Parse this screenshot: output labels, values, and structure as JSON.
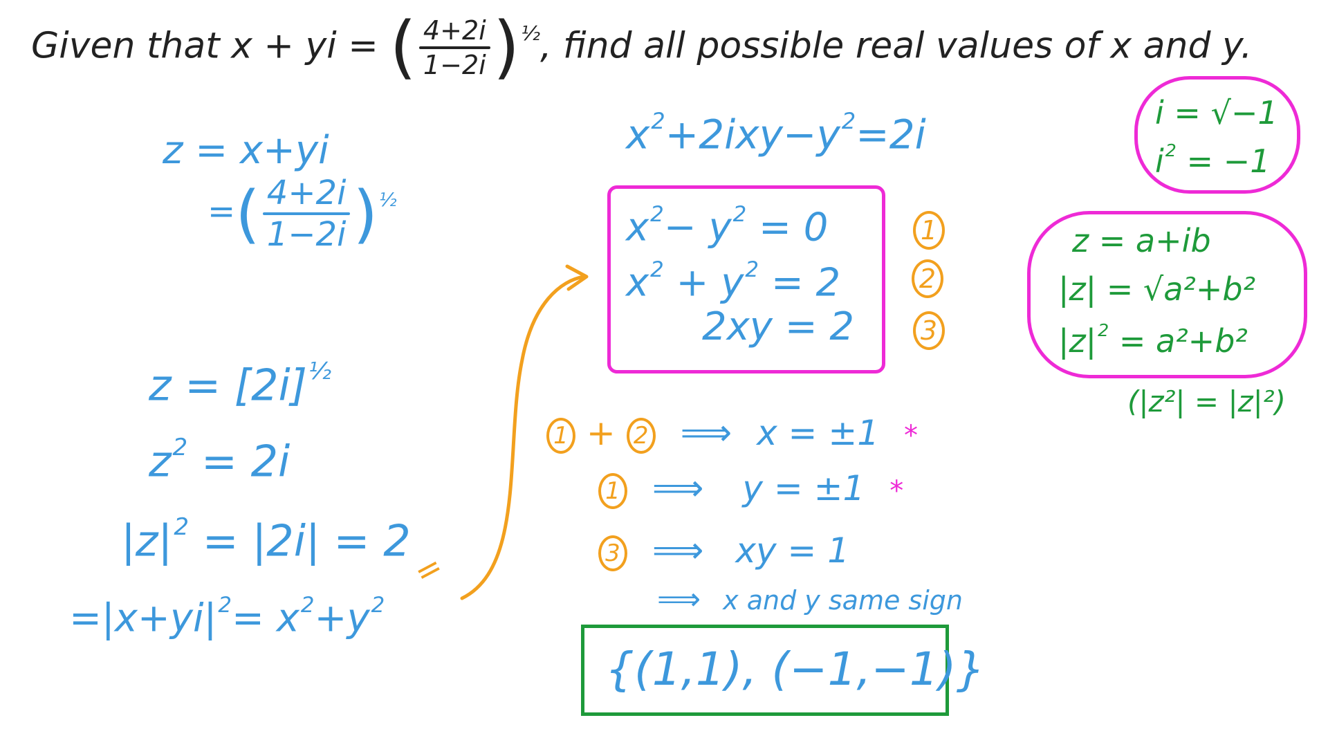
{
  "question": {
    "prefix": "Given that x + yi = ",
    "frac_num": "4+2i",
    "frac_den": "1−2i",
    "power": "½",
    "suffix": ", find all possible real values of x and y."
  },
  "left": {
    "line1": "z = x+yi",
    "line2_eq": "=",
    "line2_num": "4+2i",
    "line2_den": "1−2i",
    "line2_pow": "½",
    "line3_main": "z  = [2i]",
    "line3_pow": "½",
    "line4_main": "z",
    "line4_pow": "2",
    "line4_rest": " = 2i",
    "line5_main": "|z|",
    "line5_pow": "2",
    "line5_rest": " = |2i| = 2",
    "line6_a": "=|x+yi|",
    "line6_a_pow": "2",
    "line6_b": "= x",
    "line6_b_pow": "2",
    "line6_c": "+y",
    "line6_c_pow": "2"
  },
  "middle": {
    "expand_a": "x",
    "expand_a_pow": "2",
    "expand_b": "+2ixy−y",
    "expand_b_pow": "2",
    "expand_c": "=2i",
    "eq1_a": "x",
    "eq1_a_pow": "2",
    "eq1_b": "− y",
    "eq1_b_pow": "2",
    "eq1_c": " = 0",
    "eq2_a": "x",
    "eq2_a_pow": "2",
    "eq2_b": " + y",
    "eq2_b_pow": "2",
    "eq2_c": " = 2",
    "eq3": "2xy = 2",
    "label1": "1",
    "label2": "2",
    "label3": "3",
    "step1_l1": "1",
    "step1_plus": "+",
    "step1_l2": "2",
    "step1_arrow": "⟹",
    "step1_result": "x = ±1",
    "step1_star": "*",
    "step2_l1": "1",
    "step2_arrow": "⟹",
    "step2_result": "y = ±1",
    "step2_star": "*",
    "step3_l3": "3",
    "step3_arrow": "⟹",
    "step3_result": "xy = 1",
    "step4_arrow": "⟹",
    "step4_result": "x and y same sign",
    "answer": "{(1,1), (−1,−1)}"
  },
  "right": {
    "note1_a": "i = √−1",
    "note1_b": "i",
    "note1_b_pow": "2",
    "note1_b_rest": " = −1",
    "note2_a": "z = a+ib",
    "note2_b": "|z| = √a²+b²",
    "note2_c": "|z|",
    "note2_c_pow": "2",
    "note2_c_rest": " = a²+b²",
    "note3": "(|z²| = |z|²)"
  },
  "colors": {
    "question_ink": "#222222",
    "work_ink": "#3d98dc",
    "label_ink": "#f2a01e",
    "note_ink": "#1e9a3a",
    "highlight_ink": "#ee2ad6"
  }
}
